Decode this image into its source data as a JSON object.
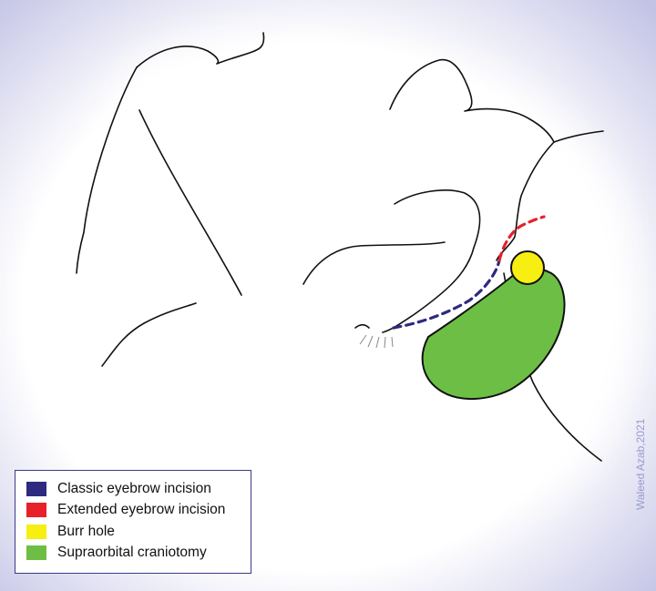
{
  "legend": {
    "items": [
      {
        "label": "Classic eyebrow incision",
        "color": "#2e2a80"
      },
      {
        "label": "Extended eyebrow incision",
        "color": "#e8202a"
      },
      {
        "label": "Burr hole",
        "color": "#f7ee12"
      },
      {
        "label": "Supraorbital craniotomy",
        "color": "#6cbf44"
      }
    ]
  },
  "signature": "Waleed Azab,2021",
  "colors": {
    "background_tint": "#c3c3e6",
    "outline": "#111111"
  }
}
